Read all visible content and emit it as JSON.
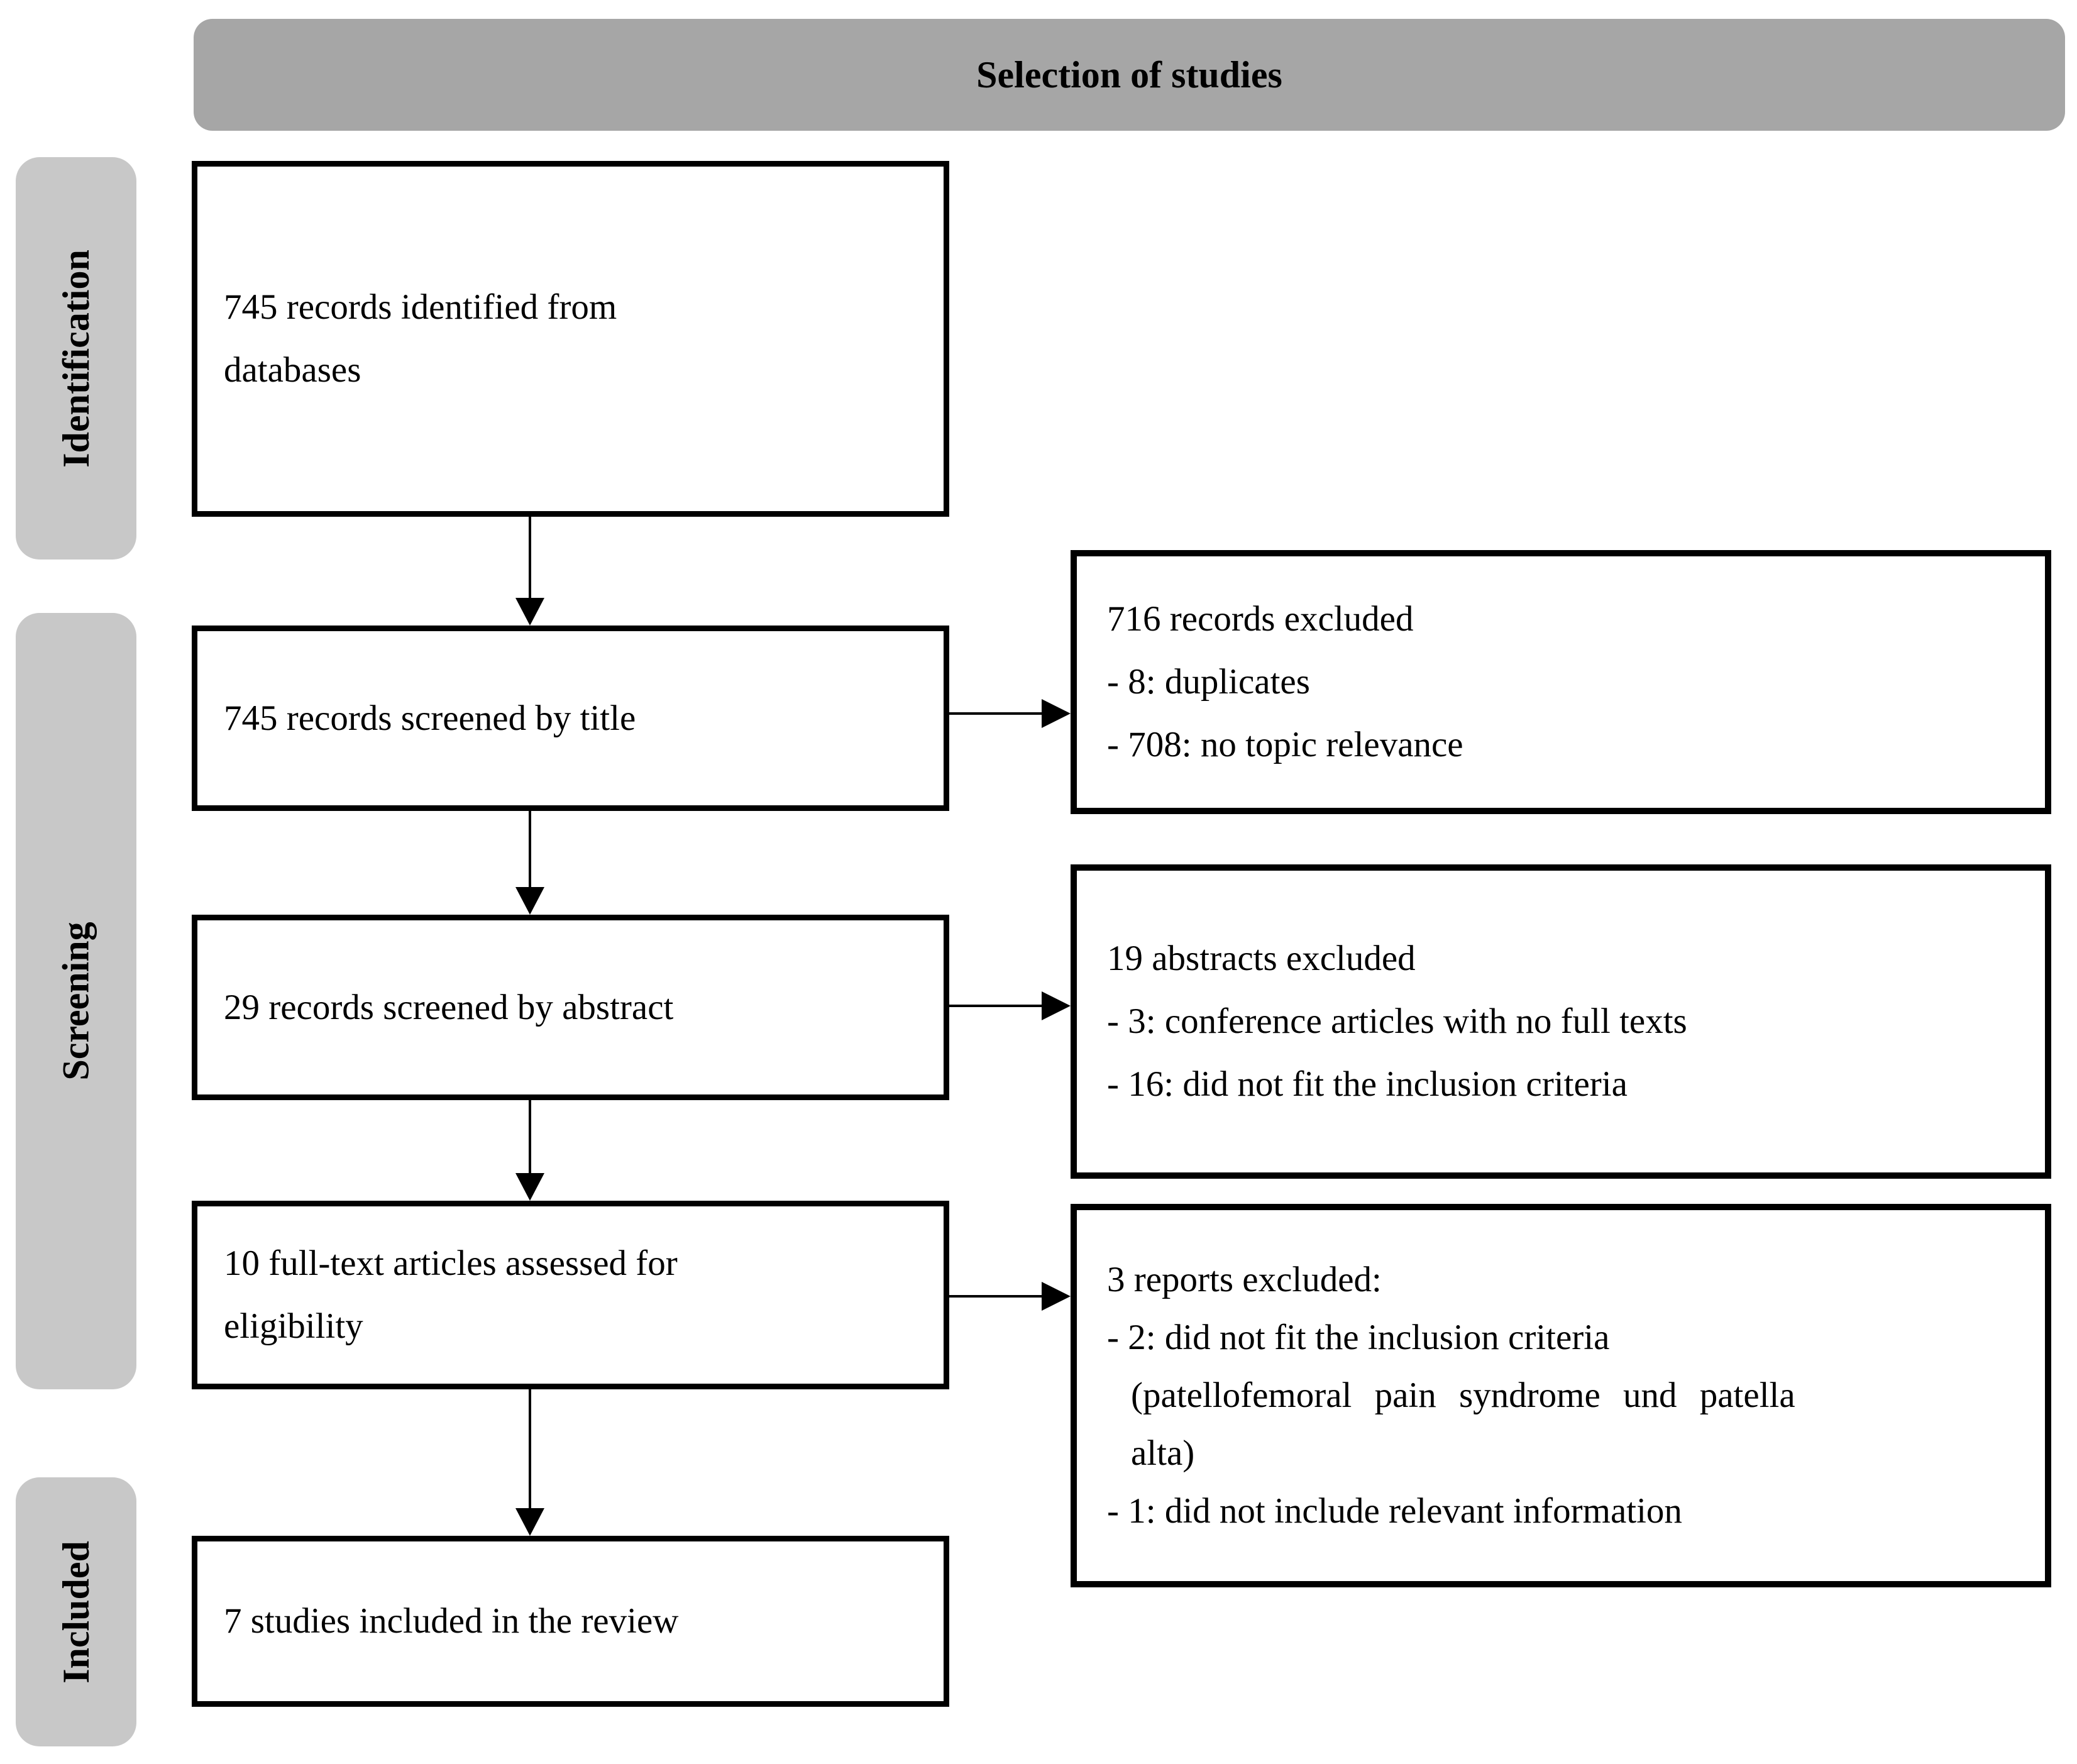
{
  "header": {
    "title": "Selection of studies"
  },
  "colors": {
    "header_bg": "#a6a6a6",
    "stage_label_bg": "#c8c8c8",
    "box_border": "#000000",
    "text": "#000000",
    "background": "#ffffff"
  },
  "stage_labels": [
    {
      "id": "identification",
      "text": "Identification"
    },
    {
      "id": "screening",
      "text": "Screening"
    },
    {
      "id": "included",
      "text": "Included"
    }
  ],
  "flow_boxes": {
    "identified": {
      "lines": [
        "745 records identified from",
        "databases"
      ]
    },
    "screened_title": {
      "lines": [
        "745 records screened by title"
      ]
    },
    "screened_abstract": {
      "lines": [
        "29 records screened by abstract"
      ]
    },
    "fulltext": {
      "lines": [
        "10 full-text articles assessed for",
        "eligibility"
      ]
    },
    "included": {
      "lines": [
        "7 studies included in the review"
      ]
    }
  },
  "exclusion_boxes": {
    "title_excluded": {
      "lines": [
        "716 records excluded",
        "- 8: duplicates",
        "- 708: no topic relevance"
      ]
    },
    "abstract_excluded": {
      "lines": [
        "19 abstracts excluded",
        "- 3: conference articles with no full texts",
        "- 16: did not fit the inclusion criteria"
      ]
    },
    "fulltext_excluded": {
      "lines": [
        "3 reports excluded:",
        "- 2: did not fit the inclusion criteria",
        "(patellofemoral pain syndrome und patella",
        "alta)",
        "- 1: did not include relevant information"
      ]
    }
  }
}
